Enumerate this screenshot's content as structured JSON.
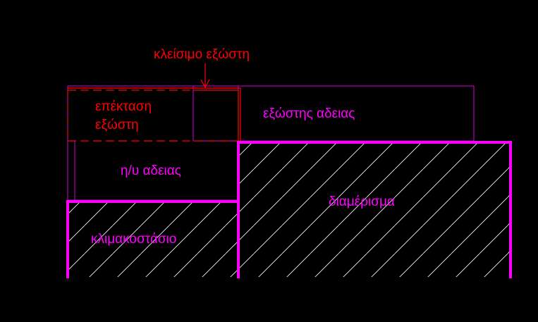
{
  "colors": {
    "background": "#000000",
    "magenta": "#ff00ff",
    "thin_magenta": "#d400d4",
    "red": "#ff0000"
  },
  "labels": {
    "kleisimo": "κλείσιμο εξώστη",
    "epektasi_line1": "επέκταση",
    "epektasi_line2": "εξώστη",
    "exostis_adeias": "εξώστης αδειας",
    "iu_adeias": "η/υ αδειας",
    "diamerisma": "διαμέρισμα",
    "klimakostasio": "κλιμακοστάσιο"
  }
}
